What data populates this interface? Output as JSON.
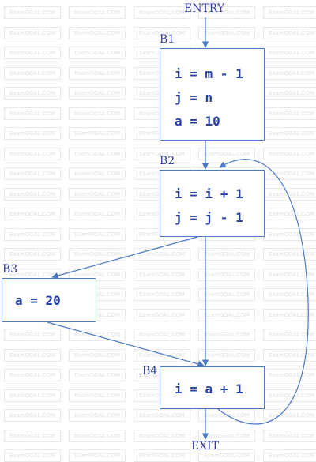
{
  "watermark": "ExamGOAL.COM",
  "entry_label": "ENTRY",
  "exit_label": "EXIT",
  "blocks": {
    "b1": {
      "name": "B1",
      "lines": [
        "i = m - 1",
        "j = n",
        "a = 10"
      ]
    },
    "b2": {
      "name": "B2",
      "lines": [
        "i = i + 1",
        "j = j - 1"
      ]
    },
    "b3": {
      "name": "B3",
      "lines": [
        "a = 20"
      ]
    },
    "b4": {
      "name": "B4",
      "lines": [
        "i = a + 1"
      ]
    }
  },
  "colors": {
    "edge": "#4a78c8",
    "code": "#2540a8",
    "label": "#2f3aa3"
  }
}
